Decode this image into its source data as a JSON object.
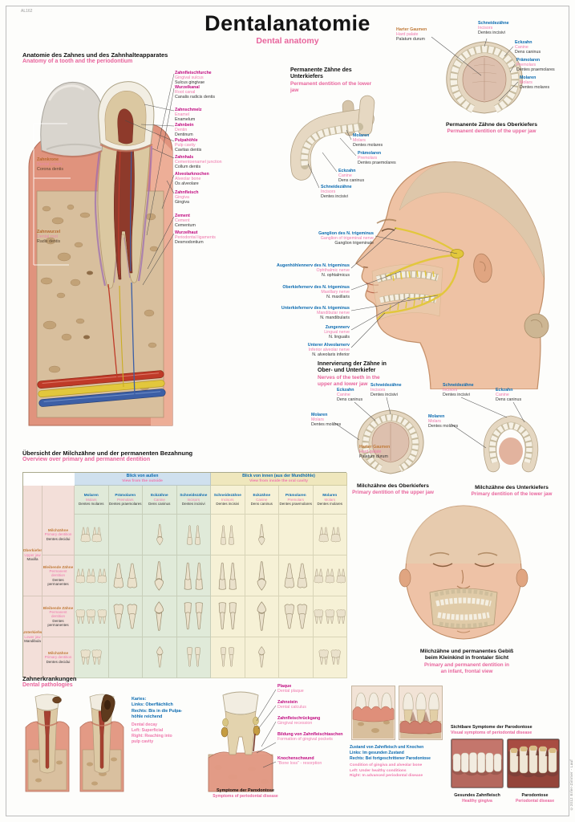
{
  "page": {
    "catalog_no": "AL162",
    "copyright": "©2012 Erler-Zimmer - Lauf",
    "title_de": "Dentalanatomie",
    "title_en": "Dental anatomy"
  },
  "colors": {
    "title_pink": "#e8649c",
    "label_magenta": "#c0087f",
    "label_blue": "#0a6ab0",
    "label_pink": "#ef77ac",
    "label_orange": "#c07a38",
    "nerve_yellow": "#e2c73c",
    "artery_red": "#bf3a28",
    "vein_blue": "#3c5fa6"
  },
  "tooth_anatomy": {
    "heading_de": "Anatomie des Zahnes und des Zahnhalteapparates",
    "heading_en": "Anatomy of a tooth and the periodontium",
    "labels": [
      {
        "de": "Zahnfleischfurche",
        "en": "Gingival sulcus",
        "la": "Sulcus gingivae"
      },
      {
        "de": "Wurzelkanal",
        "en": "Root canal",
        "la": "Canalis radicis dentis"
      },
      {
        "de": "Zahnschmelz",
        "en": "Enamel",
        "la": "Enamelum"
      },
      {
        "de": "Zahnbein",
        "en": "Dentin",
        "la": "Dentinum"
      },
      {
        "de": "Pulpahöhle",
        "en": "Pulp cavity",
        "la": "Cavitas dentis"
      },
      {
        "de": "Zahnhals",
        "en": "Cementoenamel junction",
        "la": "Collum dentis"
      },
      {
        "de": "Alveolarknochen",
        "en": "Alveolar bone",
        "la": "Os alveolare"
      },
      {
        "de": "Zahnfleisch",
        "en": "Gingiva",
        "la": "Gingiva"
      },
      {
        "de": "Zement",
        "en": "Cement",
        "la": "Cementum"
      },
      {
        "de": "Wurzelhaut",
        "en": "Periodontal ligaments",
        "la": "Desmodontium"
      }
    ],
    "side_labels": [
      {
        "de": "Zahnkrone",
        "en": "Dental crown",
        "la": "Corona dentis"
      },
      {
        "de": "Zahnwurzel",
        "en": "Dental root",
        "la": "Radix dentis"
      }
    ]
  },
  "lower_jaw": {
    "heading_de": "Permanente Zähne des Unterkiefers",
    "heading_en": "Permanent dentition of the lower jaw",
    "labels": [
      {
        "de": "Molaren",
        "en": "Molars",
        "la": "Dentes molares"
      },
      {
        "de": "Prämolaren",
        "en": "Premolars",
        "la": "Dentes praemolares"
      },
      {
        "de": "Eckzahn",
        "en": "Canine",
        "la": "Dens caninus"
      },
      {
        "de": "Schneidezähne",
        "en": "Incisors",
        "la": "Dentes incisivi"
      }
    ]
  },
  "upper_jaw": {
    "caption_de": "Permanente Zähne des Oberkiefers",
    "caption_en": "Permanent dentition of the upper jaw",
    "labels": [
      {
        "de": "Harter Gaumen",
        "en": "Hard palate",
        "la": "Palatum durum"
      },
      {
        "de": "Schneidezähne",
        "en": "Incisors",
        "la": "Dentes incisivi"
      },
      {
        "de": "Eckzahn",
        "en": "Canine",
        "la": "Dens caninus"
      },
      {
        "de": "Prämolaren",
        "en": "Premolars",
        "la": "Dentes praemolares"
      },
      {
        "de": "Molaren",
        "en": "Molars",
        "la": "Dentes molares"
      }
    ]
  },
  "innervation": {
    "heading_de": "Innervierung der Zähne in\nOber- und Unterkiefer",
    "heading_en": "Nerves of the teeth in the\nupper and lower jaw",
    "labels": [
      {
        "de": "Ganglion des N. trigeminus",
        "en": "Ganglion of trigeminal nerve",
        "la": "Ganglion trigeminale"
      },
      {
        "de": "Augenhöhlennerv des N. trigeminus",
        "en": "Ophthalmic nerve",
        "la": "N. ophtalmicus"
      },
      {
        "de": "Oberkiefernerv des N. trigeminus",
        "en": "Maxillary nerve",
        "la": "N. maxillaris"
      },
      {
        "de": "Unterkiefernerv des N. trigeminus",
        "en": "Mandibular nerve",
        "la": "N. mandibularis"
      },
      {
        "de": "Zungennerv",
        "en": "Lingual nerve",
        "la": "N. lingualis"
      },
      {
        "de": "Unterer Alveolarnerv",
        "en": "Inferior alveolar nerve",
        "la": "N. alveolaris inferior"
      }
    ]
  },
  "dentition_table": {
    "heading_de": "Übersicht der Milchzähne und der permanenten Bezahnung",
    "heading_en": "Overview over primary and permanent dentition",
    "view_outside_de": "Blick von außen",
    "view_outside_en": "View from the outside",
    "view_inside_de": "Blick von innen (aus der Mundhöhle)",
    "view_inside_en": "View from inside the oral cavity",
    "col_headers": [
      {
        "de": "Molaren",
        "en": "Molars",
        "la": "Dentes molares"
      },
      {
        "de": "Prämolaren",
        "en": "Premolars",
        "la": "Dentes praemolares"
      },
      {
        "de": "Eckzähne",
        "en": "Canine",
        "la": "Dens caninus"
      },
      {
        "de": "Schneidezähne",
        "en": "Incisors",
        "la": "Dentes incisivi"
      },
      {
        "de": "Schneidezähne",
        "en": "Incisors",
        "la": "Dentes incisivi"
      },
      {
        "de": "Eckzähne",
        "en": "Canine",
        "la": "Dens caninus"
      },
      {
        "de": "Prämolaren",
        "en": "Premolars",
        "la": "Dentes praemolares"
      },
      {
        "de": "Molaren",
        "en": "Molars",
        "la": "Dentes molares"
      }
    ],
    "row_groups": [
      {
        "de": "Oberkiefer",
        "en": "Upper jaw",
        "la": "Maxilla"
      },
      {
        "de": "Unterkiefer",
        "en": "Lower jaw",
        "la": "Mandibula"
      }
    ],
    "row_labels": [
      {
        "de": "Milchzähne",
        "en": "Primary dentition",
        "la": "Dentes decidui"
      },
      {
        "de": "Bleibende Zähne",
        "en": "Permanent dentition",
        "la": "Dentes permanentes"
      },
      {
        "de": "Bleibende Zähne",
        "en": "Permanent dentition",
        "la": "Dentes permanentes"
      },
      {
        "de": "Milchzähne",
        "en": "Primary dentition",
        "la": "Dentes decidui"
      }
    ],
    "teeth": [
      [
        2,
        0,
        1,
        2,
        2,
        1,
        0,
        2
      ],
      [
        3,
        2,
        1,
        2,
        2,
        1,
        2,
        3
      ],
      [
        3,
        2,
        1,
        2,
        2,
        1,
        2,
        3
      ],
      [
        2,
        0,
        1,
        2,
        2,
        1,
        0,
        2
      ]
    ]
  },
  "primary_upper": {
    "caption_de": "Milchzähne des Oberkiefers",
    "caption_en": "Primary dentition of the upper jaw",
    "labels": [
      {
        "de": "Schneidezähne",
        "en": "Incisors",
        "la": "Dentes incisivi"
      },
      {
        "de": "Eckzahn",
        "en": "Canine",
        "la": "Dens caninus"
      },
      {
        "de": "Molaren",
        "en": "Molars",
        "la": "Dentes molares"
      },
      {
        "de": "Harter Gaumen",
        "en": "Hard palate",
        "la": "Palatum durum"
      }
    ]
  },
  "primary_lower": {
    "caption_de": "Milchzähne des Unterkiefers",
    "caption_en": "Primary dentition of the lower jaw",
    "labels": [
      {
        "de": "Schneidezähne",
        "en": "Incisors",
        "la": "Dentes incisivi"
      },
      {
        "de": "Eckzahn",
        "en": "Canine",
        "la": "Dens caninus"
      },
      {
        "de": "Molaren",
        "en": "Molars",
        "la": "Dentes molares"
      }
    ]
  },
  "infant": {
    "caption_de": "Milchzähne und permanentes Gebiß\nbeim Kleinkind in frontaler Sicht",
    "caption_en": "Primary and permanent dentition in\nan infant, frontal view"
  },
  "pathologies": {
    "heading_de": "Zahnerkrankungen",
    "heading_en": "Dental pathologies",
    "caries_de": "Karies:\nLinks: Oberflächlich\nRechts: Bis in die Pulpa-\nhöhle reichend",
    "caries_en": "Dental decay\nLeft: Superficial\nRight: Reaching into\npulp cavity",
    "plaque_labels": [
      {
        "de": "Plaque",
        "en": "Dental plaque"
      },
      {
        "de": "Zahnstein",
        "en": "Dental calculus"
      },
      {
        "de": "Zahnfleischrückgang",
        "en": "Gingival recession"
      },
      {
        "de": "Bildung von Zahnfleischtaschen",
        "en": "Formation of gingival pockets"
      },
      {
        "de": "Knochenschwund",
        "en": "\"Bone loss\" - resorption"
      }
    ],
    "perio_caption_de": "Symptome der Parodontose",
    "perio_caption_en": "Symptoms of periodontal disease",
    "condition_de": "Zustand von Zahnfleisch und Knochen\nLinks: Im gesunden Zustand\nRechts: Bei fortgeschrittener Parodontose",
    "condition_en": "Condition of gingiva and alveolar bone\nLeft: Under healthy conditions\nRight: In advanced periodontal disease",
    "visible_de": "Sichtbare Symptome der Parodontose",
    "visible_en": "Visual symptoms of periodontal disease",
    "healthy_de": "Gesundes Zahnfleisch",
    "healthy_en": "Healthy gingiva",
    "perio_de": "Parodontose",
    "perio_en": "Periodontal disease"
  }
}
